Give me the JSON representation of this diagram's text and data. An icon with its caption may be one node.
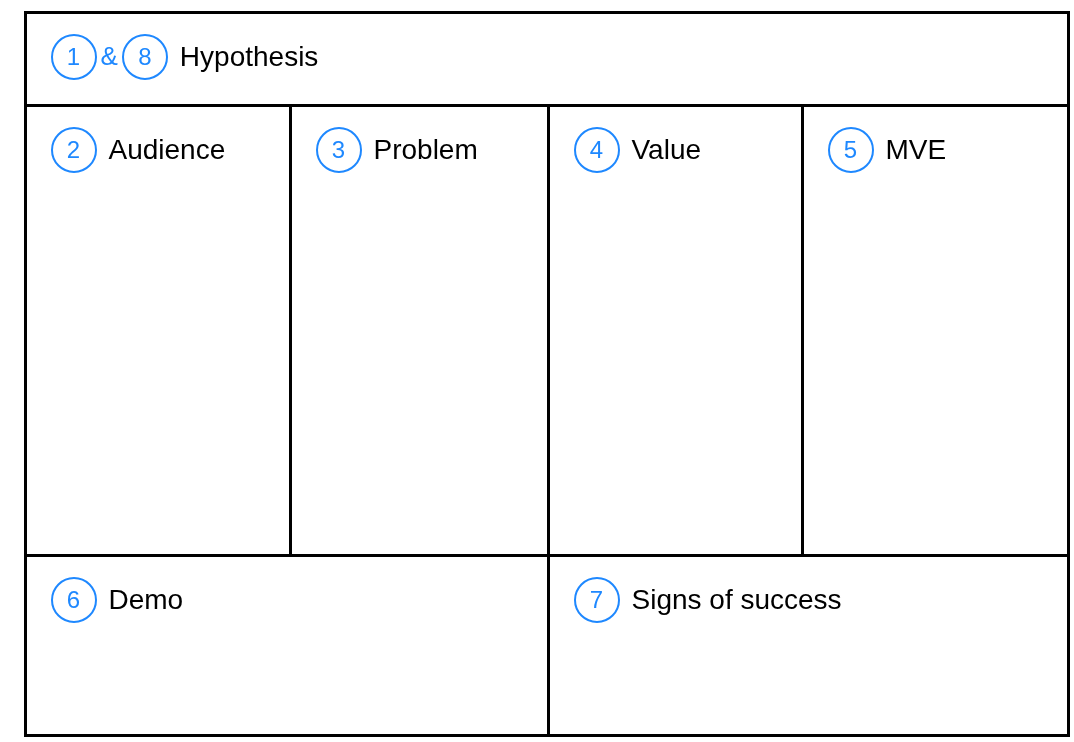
{
  "diagram": {
    "nodes": [
      {
        "text": [
          "&",
          "Hypothesis"
        ]
      },
      {
        "text": [
          "1"
        ],
        "in": 0
      },
      {
        "text": [
          "8"
        ],
        "in": 0
      },
      {
        "text": [
          "Audience"
        ]
      },
      {
        "text": [
          "2"
        ],
        "in": 3
      },
      {
        "text": [
          "Problem"
        ]
      },
      {
        "text": [
          "3"
        ],
        "in": 5
      },
      {
        "text": [
          "Value"
        ]
      },
      {
        "text": [
          "4"
        ],
        "in": 7
      },
      {
        "text": [
          "MVE"
        ]
      },
      {
        "text": [
          "5"
        ],
        "in": 9
      },
      {
        "text": [
          "Demo"
        ]
      },
      {
        "text": [
          "6"
        ],
        "in": 11
      },
      {
        "text": [
          "Signs of success"
        ]
      },
      {
        "text": [
          "7"
        ],
        "in": 13
      }
    ],
    "edges": []
  }
}
